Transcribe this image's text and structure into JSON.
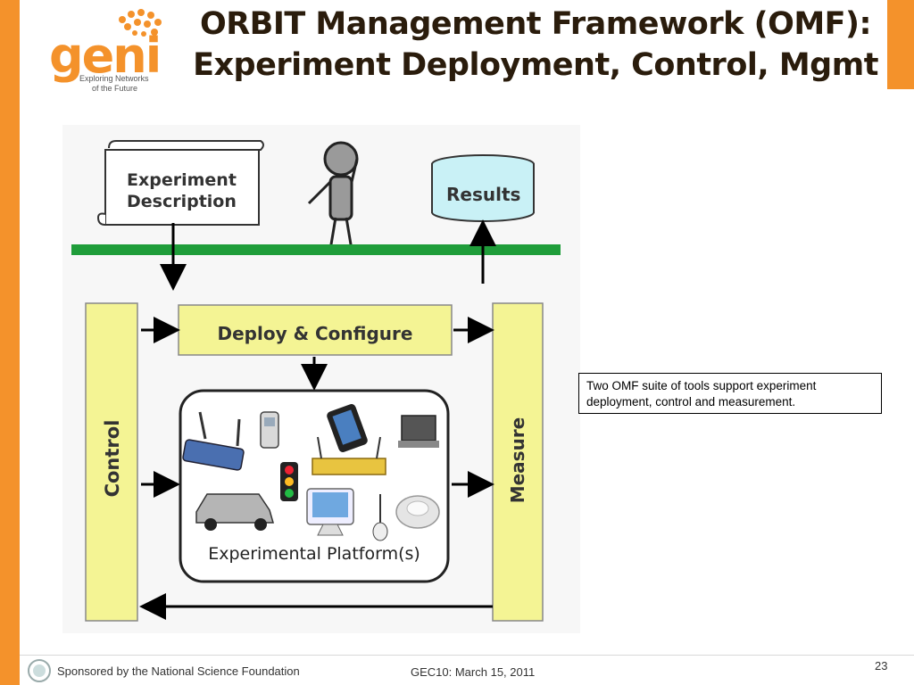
{
  "header": {
    "title_line1": "ORBIT Management Framework (OMF):",
    "title_line2": "Experiment Deployment, Control, Mgmt"
  },
  "logo": {
    "word": "geni",
    "tagline_line1": "Exploring Networks",
    "tagline_line2": "of the Future"
  },
  "diagram": {
    "experiment_description_line1": "Experiment",
    "experiment_description_line2": "Description",
    "results": "Results",
    "deploy_configure": "Deploy & Configure",
    "control": "Control",
    "measure": "Measure",
    "platforms": "Experimental Platform(s)",
    "colors": {
      "yellow": "#f4f494",
      "green": "#1f9d3a",
      "cyan": "#c9f1f6"
    }
  },
  "callout": {
    "text": "Two OMF suite of tools support experiment deployment, control and measurement."
  },
  "footer": {
    "sponsor": "Sponsored by the National Science Foundation",
    "event": "GEC10: March 15, 2011",
    "page": "23"
  }
}
